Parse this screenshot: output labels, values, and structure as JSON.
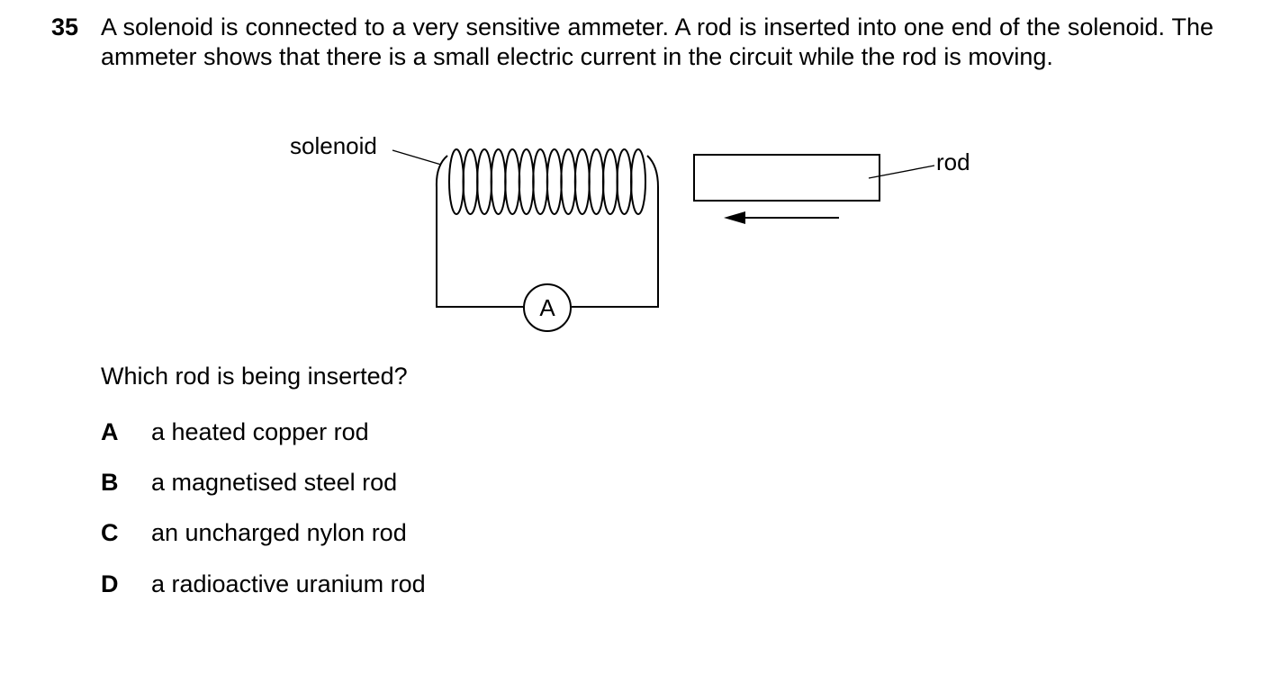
{
  "question": {
    "number": "35",
    "stem": "A solenoid is connected to a very sensitive ammeter. A rod is inserted into one end of the solenoid. The ammeter shows that there is a small electric current in the circuit while the rod is moving.",
    "prompt": "Which rod is being inserted?"
  },
  "diagram": {
    "solenoid_label": "solenoid",
    "rod_label": "rod",
    "ammeter_symbol": "A",
    "coil_turns": 14,
    "arrow_direction": "left"
  },
  "options": [
    {
      "letter": "A",
      "text": "a heated copper rod"
    },
    {
      "letter": "B",
      "text": "a magnetised steel rod"
    },
    {
      "letter": "C",
      "text": "an uncharged nylon rod"
    },
    {
      "letter": "D",
      "text": "a radioactive uranium rod"
    }
  ]
}
